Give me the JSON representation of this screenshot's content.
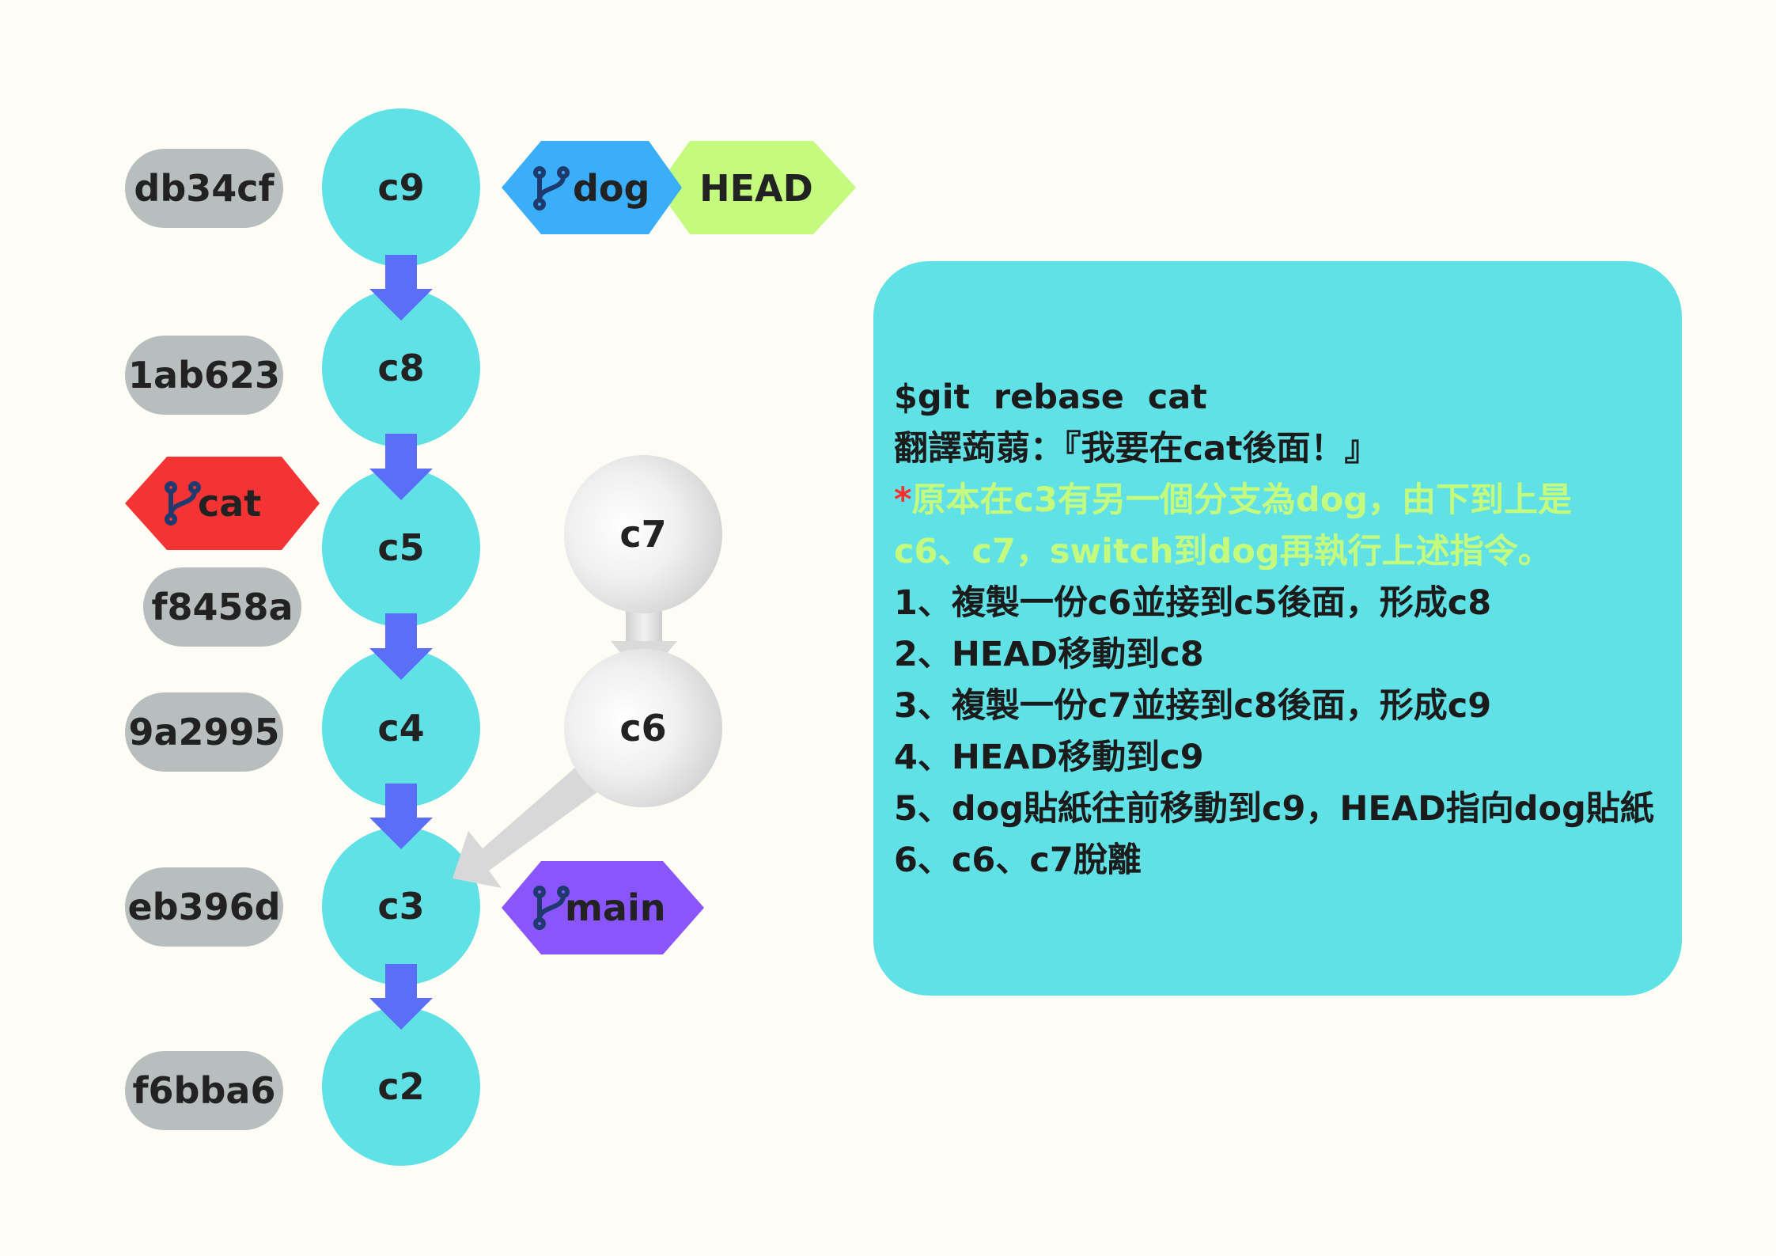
{
  "colors": {
    "background": "#fdfcf5",
    "commit": "#5fe1e6",
    "detached_commit": "#dcdcdc",
    "hash_pill": "#b7bebd",
    "arrow": "#5b6ef8",
    "detached_arrow": "#d4d4d4",
    "branch_dog": "#3aaef9",
    "head": "#c4fb7e",
    "branch_cat": "#f43434",
    "branch_main": "#8a55fb",
    "branch_icon": "#1e3a6e",
    "panel": "#5fe1e6",
    "highlight_text": "#c4fb7e",
    "star": "#ff2d2d"
  },
  "commits": [
    {
      "id": "c9",
      "hash": "db34cf"
    },
    {
      "id": "c8",
      "hash": "1ab623"
    },
    {
      "id": "c5",
      "hash": "f8458a"
    },
    {
      "id": "c4",
      "hash": "9a2995"
    },
    {
      "id": "c3",
      "hash": "eb396d"
    },
    {
      "id": "c2",
      "hash": "f6bba6"
    }
  ],
  "detached_commits": [
    {
      "id": "c7"
    },
    {
      "id": "c6"
    }
  ],
  "labels": {
    "dog": "dog",
    "head": "HEAD",
    "cat": "cat",
    "main": "main"
  },
  "icons": {
    "branch": "git-branch-icon"
  },
  "info": {
    "command": "$git  rebase  cat",
    "translation": "翻譯蒟蒻：『我要在cat後面！』",
    "note_star": "*",
    "note_line1": "原本在c3有另一個分支為dog，由下到上是",
    "note_line2": "c6、c7，switch到dog再執行上述指令。",
    "steps": [
      "1、複製一份c6並接到c5後面，形成c8",
      "2、HEAD移動到c8",
      "3、複製一份c7並接到c8後面，形成c9",
      "4、HEAD移動到c9",
      "5、dog貼紙往前移動到c9，HEAD指向dog貼紙",
      "6、c6、c7脫離"
    ]
  }
}
